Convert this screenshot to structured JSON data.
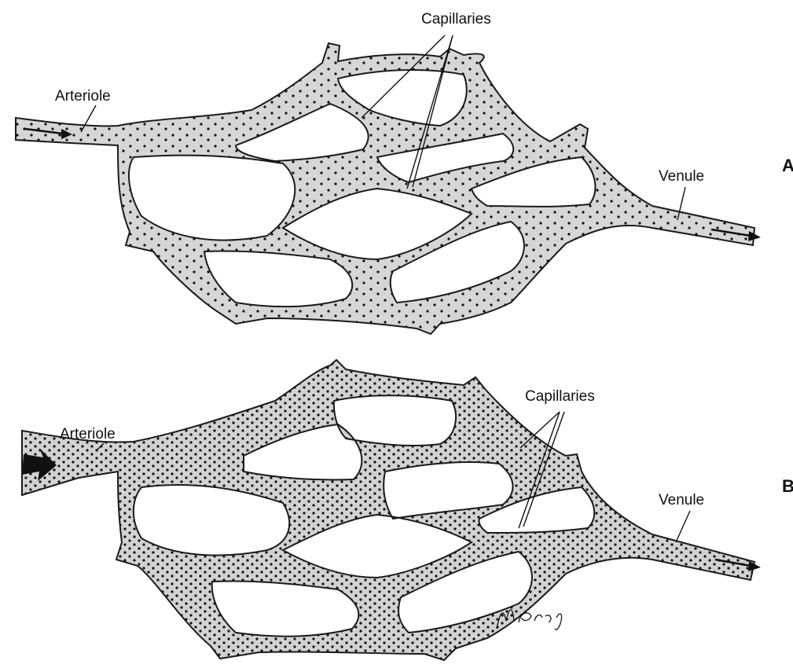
{
  "panels": [
    {
      "id": "A",
      "letter": "A",
      "labels": {
        "capillaries": "Capillaries",
        "arteriole": "Arteriole",
        "venule": "Venule"
      }
    },
    {
      "id": "B",
      "letter": "B",
      "labels": {
        "capillaries": "Capillaries",
        "arteriole": "Arteriole",
        "venule": "Venule"
      }
    }
  ],
  "signature": "W. Croup",
  "colors": {
    "vessel_fill": "#d4d4d4",
    "vessel_outline": "#1a1a1a",
    "cell_dot": "#111111",
    "background": "#ffffff"
  }
}
